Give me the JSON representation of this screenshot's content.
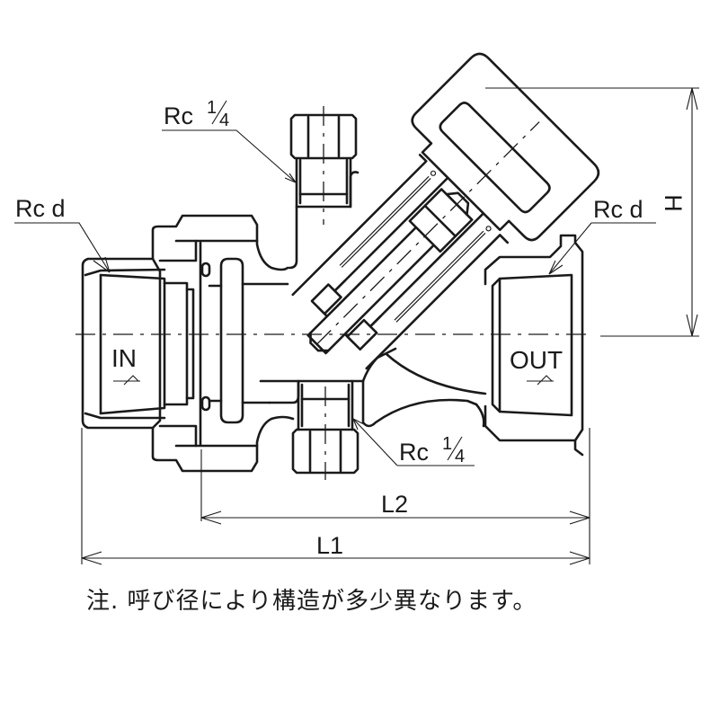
{
  "drawing": {
    "title": "Y-type strainer dimensional drawing",
    "ports": {
      "inlet_label": "IN",
      "outlet_label": "OUT"
    },
    "thread_labels": {
      "inlet_thread": "Rc d",
      "outlet_thread": "Rc d",
      "top_tap_prefix": "Rc",
      "bottom_tap_prefix": "Rc",
      "tap_fraction_num": "1",
      "tap_fraction_den": "4"
    },
    "dimensions": {
      "overall_length": "L1",
      "body_length": "L2",
      "height": "H"
    },
    "note": "注.  呼び径により構造が多少異なります。"
  },
  "colors": {
    "line": "#1a1a1a",
    "background": "#ffffff"
  }
}
